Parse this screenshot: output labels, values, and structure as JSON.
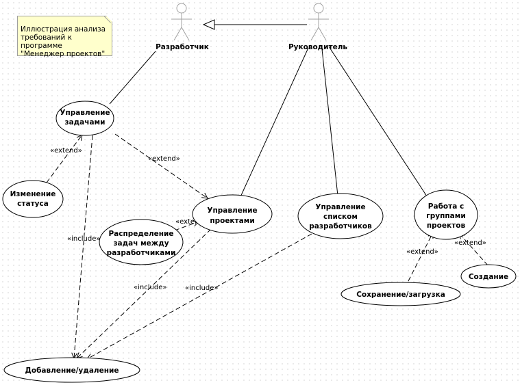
{
  "note": {
    "lines": [
      "Иллюстрация анализа",
      "требований к программе",
      "\"Менеджер проектов\""
    ]
  },
  "actors": {
    "developer": "Разработчик",
    "manager": "Руководитель"
  },
  "use_cases": {
    "task_management": [
      "Управление",
      "задачами"
    ],
    "status_change": [
      "Изменение",
      "статуса"
    ],
    "project_management": [
      "Управление",
      "проектами"
    ],
    "task_distribution": [
      "Распределение",
      "задач между",
      "разработчиками"
    ],
    "developer_list": [
      "Управление",
      "списком",
      "разработчиков"
    ],
    "project_groups": [
      "Работа с",
      "группами",
      "проектов"
    ],
    "save_load": [
      "Сохранение/загрузка"
    ],
    "create": [
      "Создание"
    ],
    "add_delete": [
      "Добавление/удаление"
    ]
  },
  "stereotypes": {
    "extend": "«extend»",
    "include": "«include»"
  },
  "colors": {
    "use_case_fill": "#ffffff",
    "note_fill": "#ffffcc",
    "line": "#000000",
    "actor": "#a0a0a0"
  }
}
